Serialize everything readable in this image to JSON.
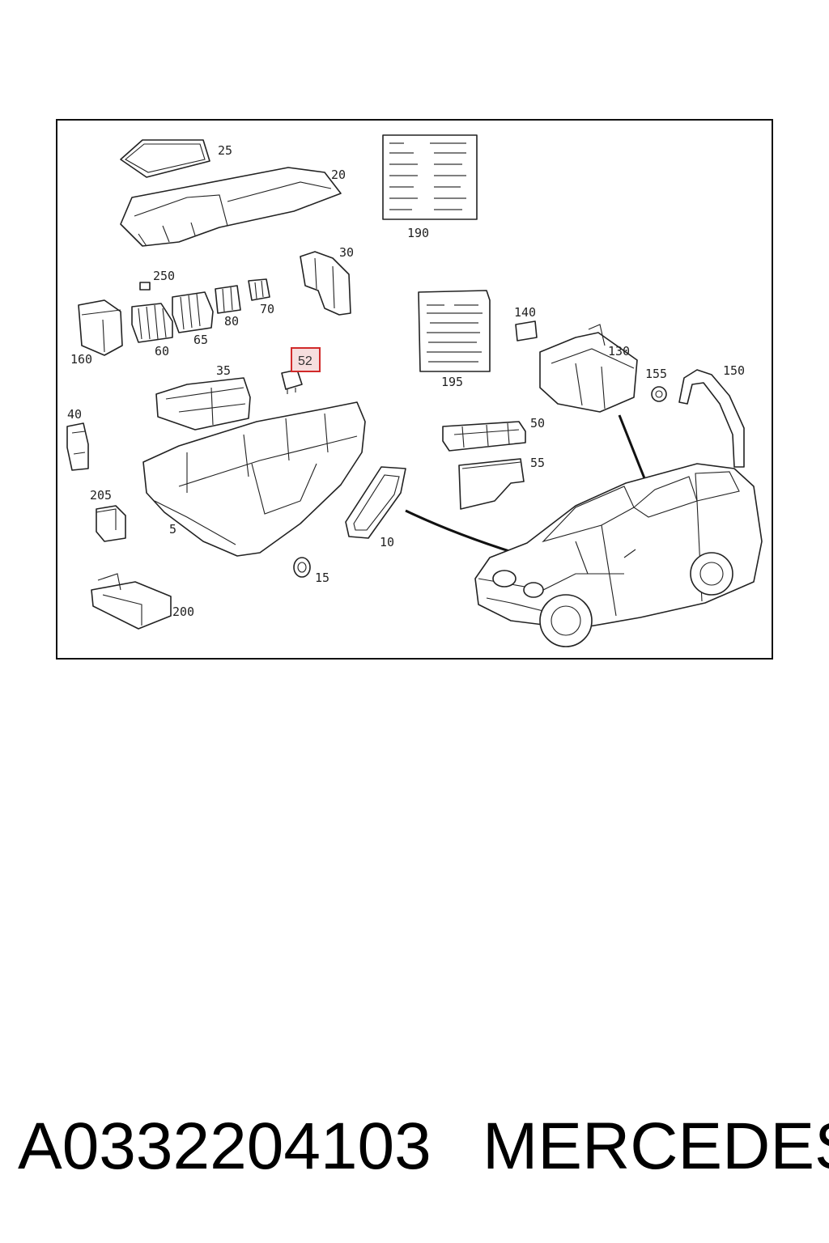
{
  "diagram": {
    "callouts": {
      "c25": "25",
      "c20": "20",
      "c190": "190",
      "c30": "30",
      "c250": "250",
      "c70": "70",
      "c80": "80",
      "c60": "60",
      "c65": "65",
      "c160": "160",
      "c195": "195",
      "c140": "140",
      "c130": "130",
      "c155": "155",
      "c150": "150",
      "c35": "35",
      "c52": "52",
      "c40": "40",
      "c50": "50",
      "c55": "55",
      "c205": "205",
      "c5": "5",
      "c10": "10",
      "c15": "15",
      "c200": "200"
    },
    "highlight_color": "#d12a2a"
  },
  "footer": {
    "part_number": "A0332204103",
    "brand": "MERCEDES"
  }
}
